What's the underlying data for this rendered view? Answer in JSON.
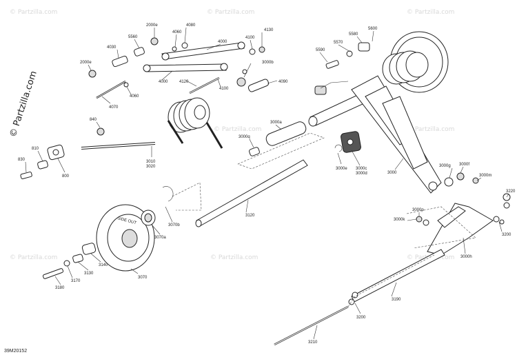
{
  "brand": "© Partzilla.com",
  "watermark": "© Partzilla.com",
  "diagram_code": "39M20152",
  "sidebar_text": "SIDE OUT",
  "labels": {
    "l2000e_a": "2000e",
    "l4060_a": "4060",
    "l4080": "4080",
    "l5560": "5560",
    "l4030": "4030",
    "l4000_a": "4000",
    "l4100_a": "4100",
    "l4130": "4130",
    "l2000e_b": "2000e",
    "l4060_b": "4060",
    "l4000_b": "4000",
    "l4120": "4120",
    "l4100_b": "4100",
    "l3000b": "3000b",
    "l4090": "4090",
    "l4070": "4070",
    "l5570": "5570",
    "l5580": "5580",
    "l5600": "5600",
    "l5590": "5590",
    "l840": "840",
    "l810": "810",
    "l830": "830",
    "l800": "800",
    "l3010": "3010",
    "l3020": "3020",
    "l3000a": "3000a",
    "l3000q": "3000q",
    "l3000e": "3000e",
    "l3000c": "3000c",
    "l3000d": "3000d",
    "l3000": "3000",
    "l3000g": "3000g",
    "l3000f": "3000f",
    "l3000m": "3000m",
    "l3220": "3220",
    "l3200_a": "3200",
    "l3000p": "3000p",
    "l3000k": "3000k",
    "l3000h": "3000h",
    "l3120": "3120",
    "l3070b": "3070b",
    "l3070a": "3070a",
    "l3140": "3140",
    "l3130": "3130",
    "l3170": "3170",
    "l3180": "3180",
    "l3070": "3070",
    "l3190": "3190",
    "l3200_b": "3200",
    "l3210": "3210"
  }
}
